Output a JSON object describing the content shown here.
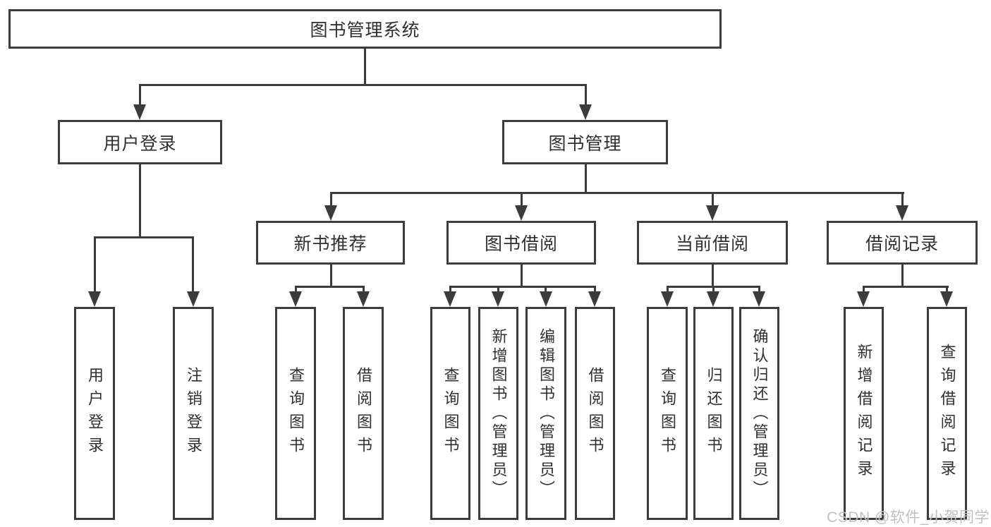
{
  "tree": {
    "root": {
      "label": "图书管理系统",
      "children": [
        {
          "label": "用户登录",
          "children": [
            {
              "label": "用户登录"
            },
            {
              "label": "注销登录"
            }
          ]
        },
        {
          "label": "图书管理",
          "children": [
            {
              "label": "新书推荐",
              "children": [
                {
                  "label": "查询图书"
                },
                {
                  "label": "借阅图书"
                }
              ]
            },
            {
              "label": "图书借阅",
              "children": [
                {
                  "label": "查询图书"
                },
                {
                  "label": "新增图书（管理员）"
                },
                {
                  "label": "编辑图书（管理员）"
                },
                {
                  "label": "借阅图书"
                }
              ]
            },
            {
              "label": "当前借阅",
              "children": [
                {
                  "label": "查询图书"
                },
                {
                  "label": "归还图书"
                },
                {
                  "label": "确认归还（管理员）"
                }
              ]
            },
            {
              "label": "借阅记录",
              "children": [
                {
                  "label": "新增借阅记录"
                },
                {
                  "label": "查询借阅记录"
                }
              ]
            }
          ]
        }
      ]
    }
  },
  "watermark": {
    "text": "CSDN @软件_小贺同学"
  },
  "colors": {
    "line": "#3b3b3b",
    "box_border": "#3d3d3d",
    "text": "#303030",
    "watermark": "#c1c1c1",
    "background": "#ffffff"
  }
}
